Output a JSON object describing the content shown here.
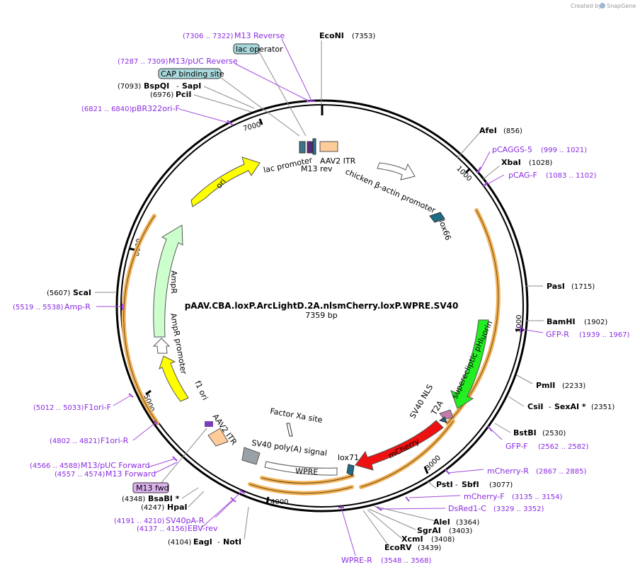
{
  "credit": {
    "prefix": "Created by",
    "brand": "SnapGene"
  },
  "plasmid": {
    "name": "pAAV.CBA.loxP.ArcLightD.2A.nlsmCherry.loxP.WPRE.SV40",
    "length": "7359 bp"
  },
  "ticks": [
    "1000",
    "2000",
    "3000",
    "4000",
    "5000",
    "6000",
    "7000"
  ],
  "enzymes": [
    {
      "name": "EcoNI",
      "pos": "(7353)"
    },
    {
      "name": "AfeI",
      "pos": "(856)"
    },
    {
      "name": "XbaI",
      "pos": "(1028)"
    },
    {
      "name": "PasI",
      "pos": "(1715)"
    },
    {
      "name": "BamHI",
      "pos": "(1902)"
    },
    {
      "name": "PmlI",
      "pos": "(2233)"
    },
    {
      "name": "CsiI",
      "pos": "(2351)"
    },
    {
      "name": "SexAI *",
      "pos": ""
    },
    {
      "name": "BstBI",
      "pos": "(2530)"
    },
    {
      "name": "PstI",
      "pos": "(3077)"
    },
    {
      "name": "SbfI",
      "pos": ""
    },
    {
      "name": "AleI",
      "pos": "(3364)"
    },
    {
      "name": "SgrAI",
      "pos": "(3403)"
    },
    {
      "name": "XcmI",
      "pos": "(3408)"
    },
    {
      "name": "EcoRV",
      "pos": "(3439)"
    },
    {
      "name": "EagI",
      "pos": "(4104)"
    },
    {
      "name": "NotI",
      "pos": ""
    },
    {
      "name": "HpaI",
      "pos": "(4247)"
    },
    {
      "name": "BsaBI *",
      "pos": "(4348)"
    },
    {
      "name": "ScaI",
      "pos": "(5607)"
    },
    {
      "name": "PciI",
      "pos": "(6976)"
    },
    {
      "name": "BspQI",
      "pos": "(7093)"
    },
    {
      "name": "SapI",
      "pos": ""
    }
  ],
  "primers": [
    {
      "name": "M13 Reverse",
      "range": "(7306 .. 7322)"
    },
    {
      "name": "M13/pUC Reverse",
      "range": "(7287 .. 7309)"
    },
    {
      "name": "pBR322ori-F",
      "range": "(6821 .. 6840)"
    },
    {
      "name": "pCAGGS-5",
      "range": "(999 .. 1021)"
    },
    {
      "name": "pCAG-F",
      "range": "(1083 .. 1102)"
    },
    {
      "name": "GFP-R",
      "range": "(1939 .. 1967)"
    },
    {
      "name": "GFP-F",
      "range": "(2562 .. 2582)"
    },
    {
      "name": "mCherry-R",
      "range": "(2867 .. 2885)"
    },
    {
      "name": "mCherry-F",
      "range": "(3135 .. 3154)"
    },
    {
      "name": "DsRed1-C",
      "range": "(3329 .. 3352)"
    },
    {
      "name": "WPRE-R",
      "range": "(3548 .. 3568)"
    },
    {
      "name": "SV40pA-R",
      "range": "(4191 .. 4210)"
    },
    {
      "name": "EBV-rev",
      "range": "(4137 .. 4156)"
    },
    {
      "name": "M13/pUC Forward",
      "range": "(4566 .. 4588)"
    },
    {
      "name": "M13 Forward",
      "range": "(4557 .. 4574)"
    },
    {
      "name": "F1ori-R",
      "range": "(4802 .. 4821)"
    },
    {
      "name": "F1ori-F",
      "range": "(5012 .. 5033)"
    },
    {
      "name": "Amp-R",
      "range": "(5519 .. 5538)"
    }
  ],
  "boxed_features": [
    "lac operator",
    "CAP binding site",
    "M13 fwd"
  ],
  "features": {
    "lac_promoter": "lac promoter",
    "m13_rev": "M13 rev",
    "aav2_itr_top": "AAV2 ITR",
    "chicken_actin": "chicken β-actin promoter",
    "lox66": "lox66",
    "superecliptic": "superecliptic pHluorin",
    "sv40_nls": "SV40 NLS",
    "t2a": "T2A",
    "mcherry": "mCherry",
    "lox71": "lox71",
    "wpre": "WPRE",
    "sv40_polya": "SV40 poly(A) signal",
    "factor_xa": "Factor Xa site",
    "aav2_itr_bottom": "AAV2 ITR",
    "f1_ori": "f1 ori",
    "ampr_promoter": "AmpR promoter",
    "ampr": "AmpR",
    "ori": "ori"
  },
  "colors": {
    "enzyme": "#000000",
    "primer": "#8a2be2",
    "superecliptic": "#22ee22",
    "mcherry": "#ee1111",
    "ori": "#ffff00",
    "ampr": "#ccffcc",
    "itr": "#ffcc99",
    "orange_band": "#f3b35a",
    "lac_box": "#a9d8dc",
    "m13fwd_box": "#dcb2ee"
  }
}
